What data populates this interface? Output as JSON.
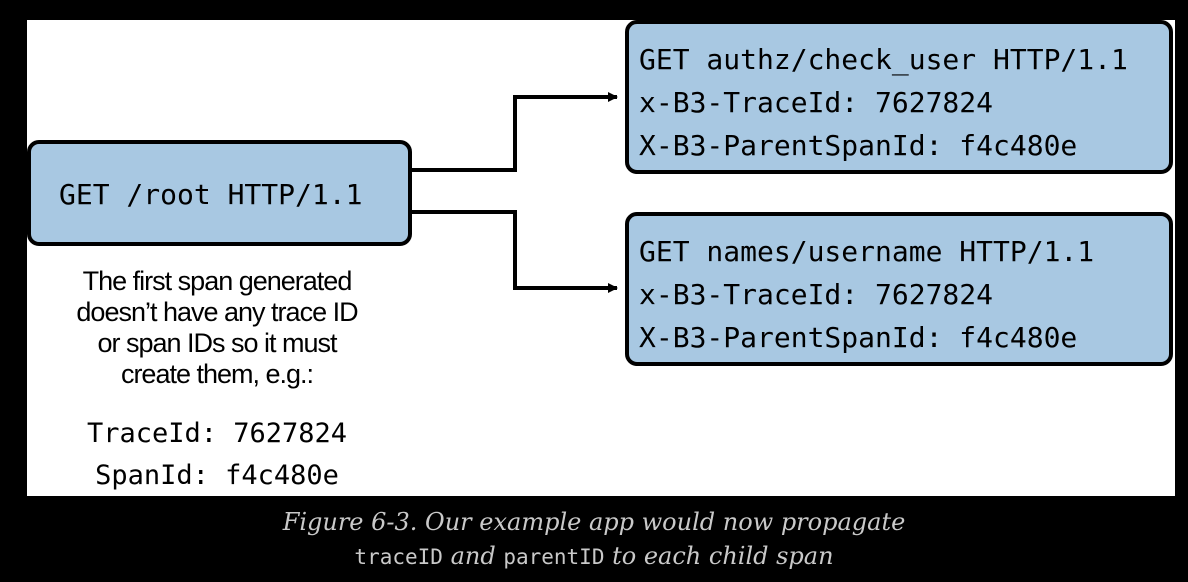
{
  "root_box": {
    "text": "GET /root HTTP/1.1"
  },
  "child_boxes": [
    {
      "lines": [
        "GET authz/check_user HTTP/1.1",
        "x-B3-TraceId: 7627824",
        "X-B3-ParentSpanId: f4c480e"
      ]
    },
    {
      "lines": [
        "GET names/username HTTP/1.1",
        "x-B3-TraceId: 7627824",
        "X-B3-ParentSpanId: f4c480e"
      ]
    }
  ],
  "note": {
    "lines": [
      "The first span generated",
      "doesn’t have any trace ID",
      "or span IDs so it must",
      "create them, e.g.:"
    ],
    "trace_id": "TraceId: 7627824",
    "span_id": "SpanId: f4c480e"
  },
  "caption": {
    "line1": "Figure 6-3. Our example app would now propagate",
    "code1": "traceID",
    "and": " and ",
    "code2": "parentID",
    "tail": " to each child span"
  },
  "colors": {
    "box_fill": "#a8c8e2",
    "background": "#000000",
    "canvas": "#ffffff"
  }
}
